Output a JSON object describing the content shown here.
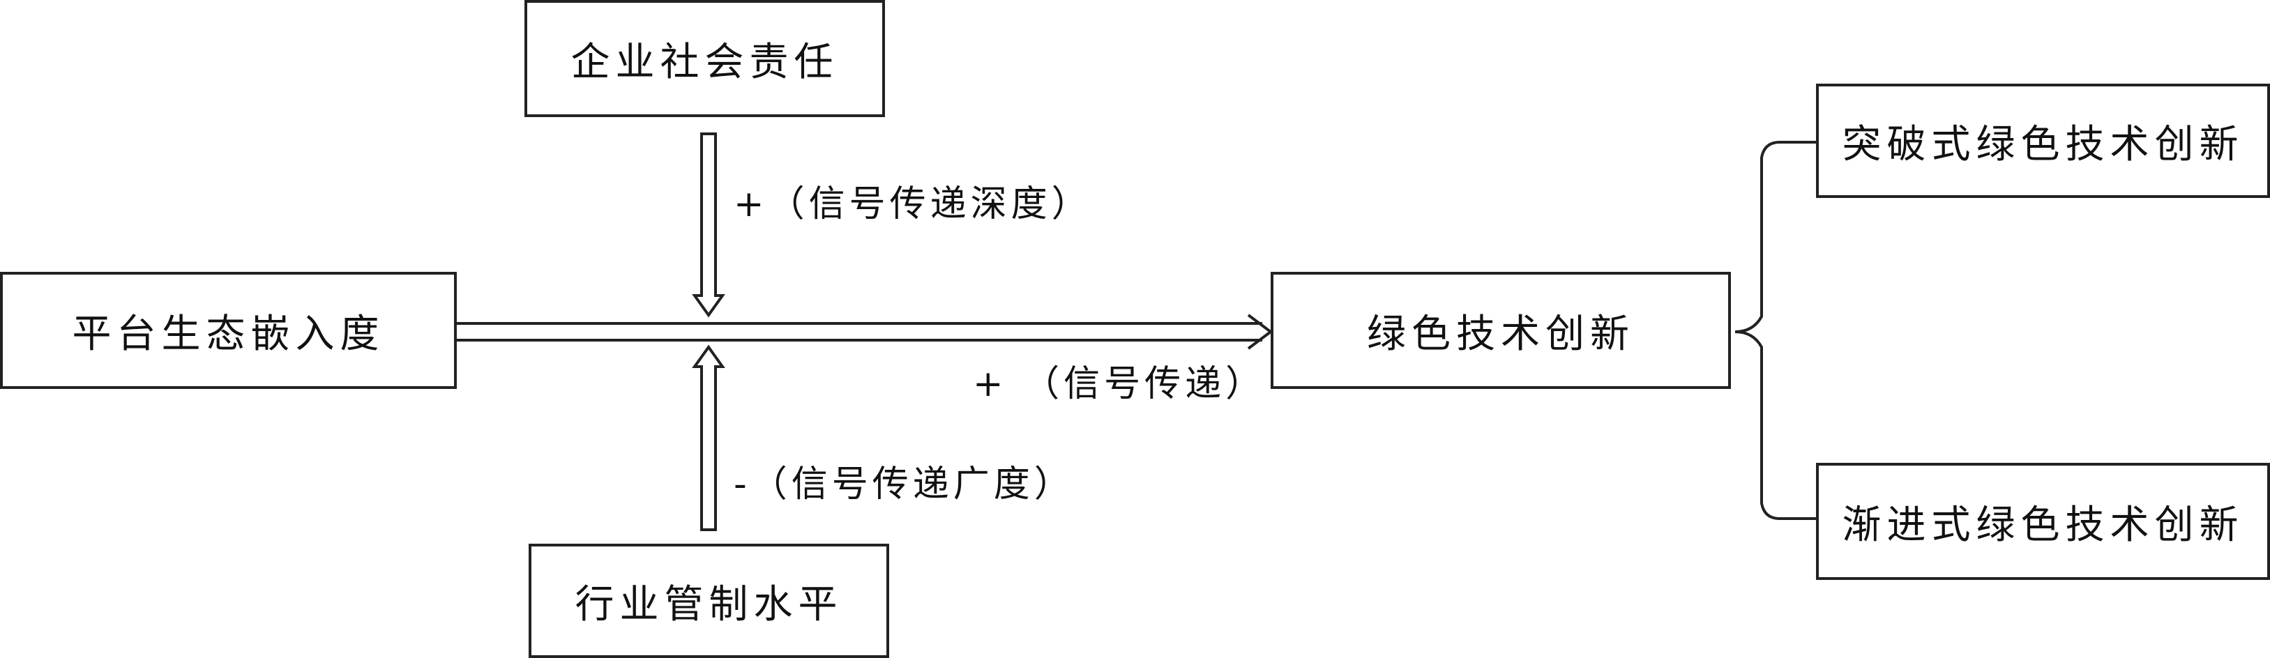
{
  "nodes": {
    "csr": "企业社会责任",
    "platform": "平台生态嵌入度",
    "regulation": "行业管制水平",
    "green": "绿色技术创新",
    "breakthrough": "突破式绿色技术创新",
    "incremental": "渐进式绿色技术创新"
  },
  "edges": {
    "signal_depth": "+（信号传递深度）",
    "signal": "+ （信号传递）",
    "signal_breadth": "-（信号传递广度）"
  }
}
